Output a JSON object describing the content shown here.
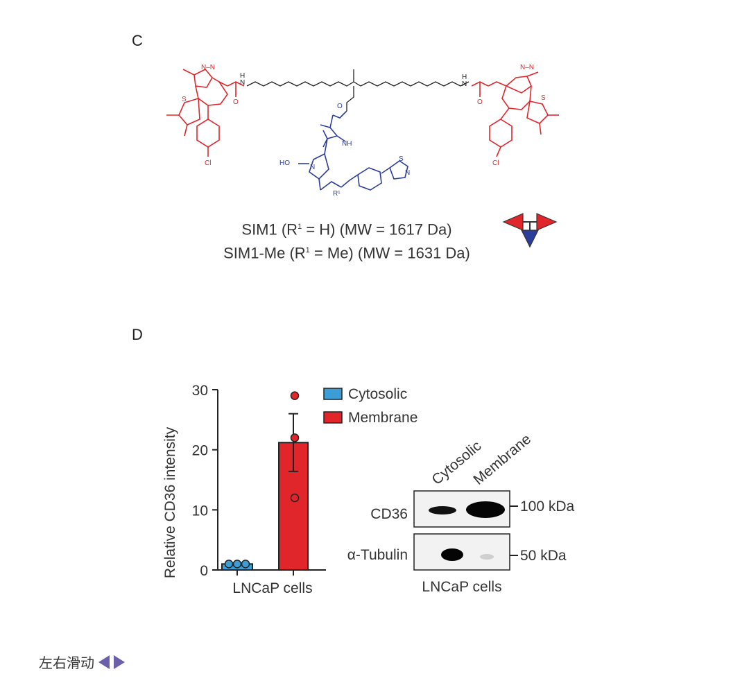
{
  "panel_c": {
    "label": "C",
    "caption_line1_pre": "SIM1 (R",
    "caption_line1_sup": "1",
    "caption_line1_post": " = H) (MW = 1617 Da)",
    "caption_line2_pre": "SIM1-Me (R",
    "caption_line2_sup": "1",
    "caption_line2_post": " = Me) (MW = 1631 Da)",
    "atoms": {
      "n_top_left": "N–N",
      "n": "N",
      "s": "S",
      "cl": "Cl",
      "nh": "H\nN",
      "o": "O",
      "ho": "HO",
      "r1": "R¹"
    },
    "colors": {
      "red": "#e0262b",
      "blue": "#2b3d9a",
      "linker": "#222222"
    }
  },
  "panel_d": {
    "label": "D",
    "chart_data": {
      "type": "bar",
      "ylabel": "Relative CD36 intensity",
      "xlabel": "LNCaP cells",
      "ylim": [
        0,
        30
      ],
      "yticks": [
        0,
        10,
        20,
        30
      ],
      "series": [
        {
          "name": "Cytosolic",
          "color": "#3b9ed6",
          "value": 1.0,
          "error": 0,
          "points": [
            1.0,
            1.0,
            1.0
          ]
        },
        {
          "name": "Membrane",
          "color": "#e0262b",
          "value": 21.2,
          "error": 4.8,
          "points": [
            29.0,
            22.0,
            12.0
          ]
        }
      ],
      "legend_position": "top-right"
    },
    "blot": {
      "lane_labels": [
        "Cytosolic",
        "Membrane"
      ],
      "row_labels": [
        "CD36",
        "α-Tubulin"
      ],
      "markers": [
        "100 kDa",
        "50 kDa"
      ],
      "xlabel": "LNCaP cells"
    }
  },
  "footer": {
    "swipe_label": "左右滑动"
  }
}
